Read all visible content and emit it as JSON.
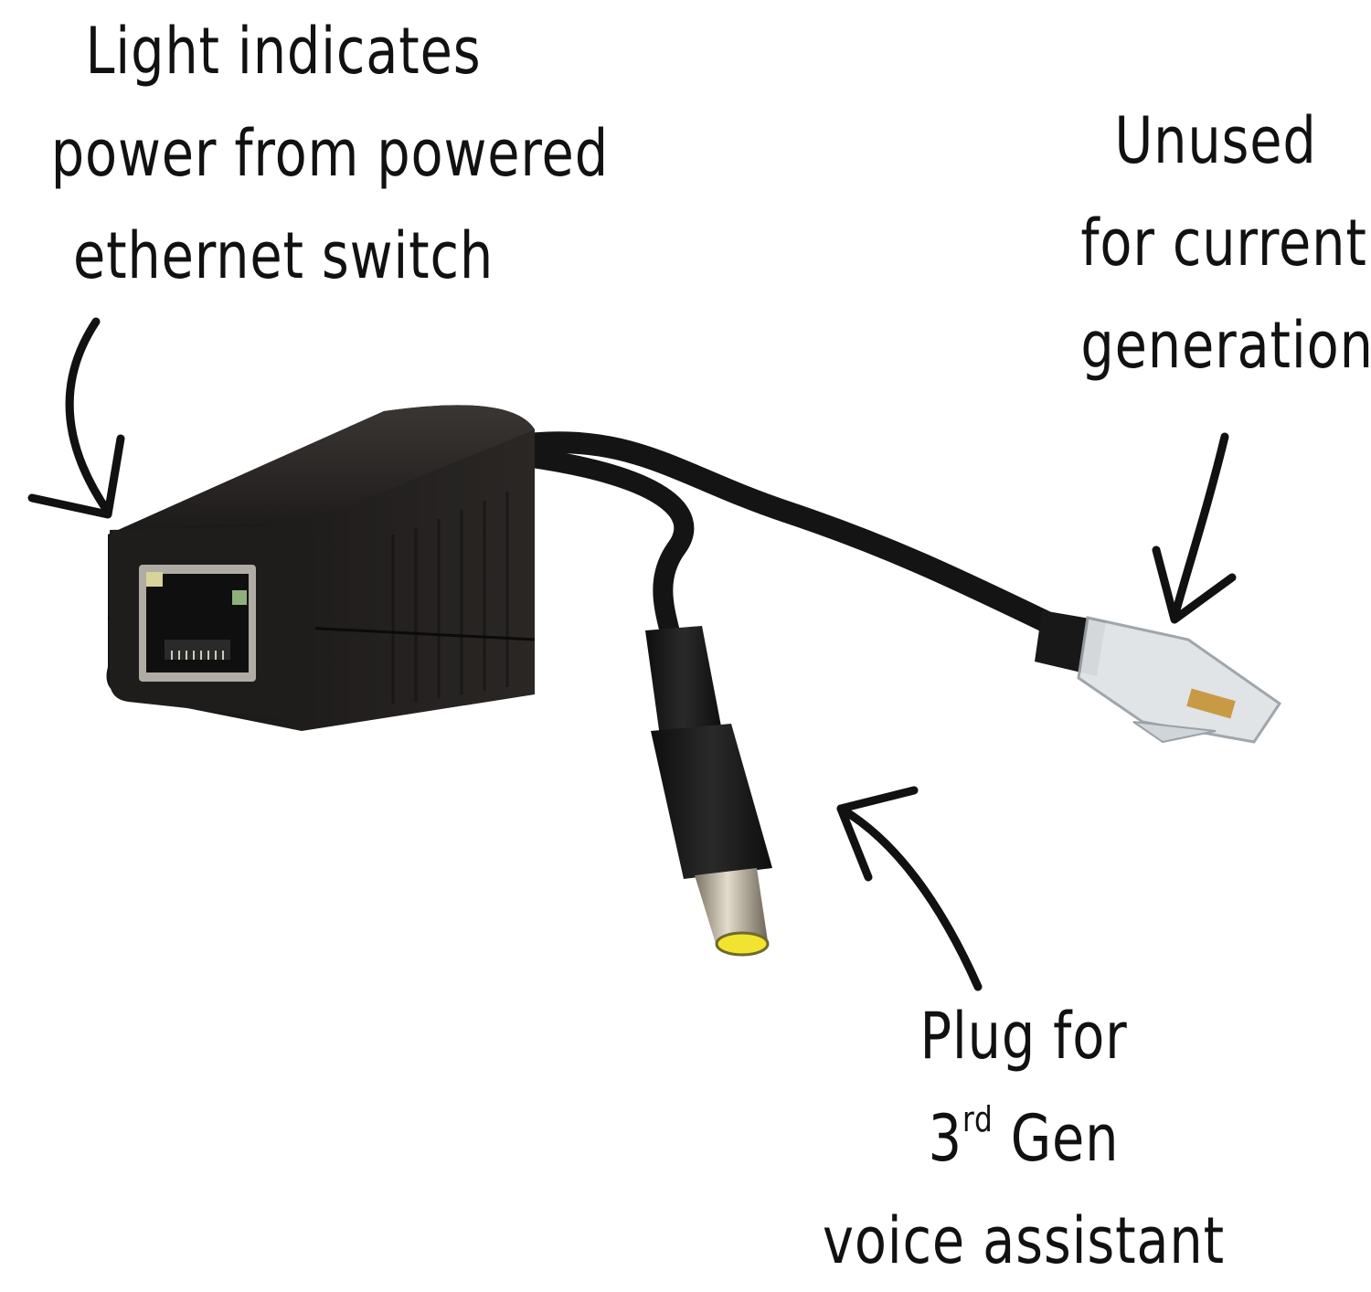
{
  "annotations": {
    "light": [
      "Light indicates",
      "power from powered",
      "ethernet switch"
    ],
    "unused": [
      "Unused",
      "for current",
      "generation"
    ],
    "plug": {
      "line1": "Plug for",
      "line2_prefix": "3",
      "line2_sup": "rd",
      "line2_suffix": " Gen",
      "line3": "voice assistant"
    }
  },
  "colors": {
    "background": "#ffffff",
    "device_body": "#1c1a19",
    "cable": "#141414",
    "port_led_left": "#d9d29a",
    "port_led_right": "#8fb07a",
    "dc_tip": "#f2e330",
    "rj45_clear": "#dfe3e6",
    "ink": "#111111"
  },
  "icons": [
    "arrow-to-led",
    "arrow-to-rj45",
    "arrow-to-dc-plug"
  ]
}
